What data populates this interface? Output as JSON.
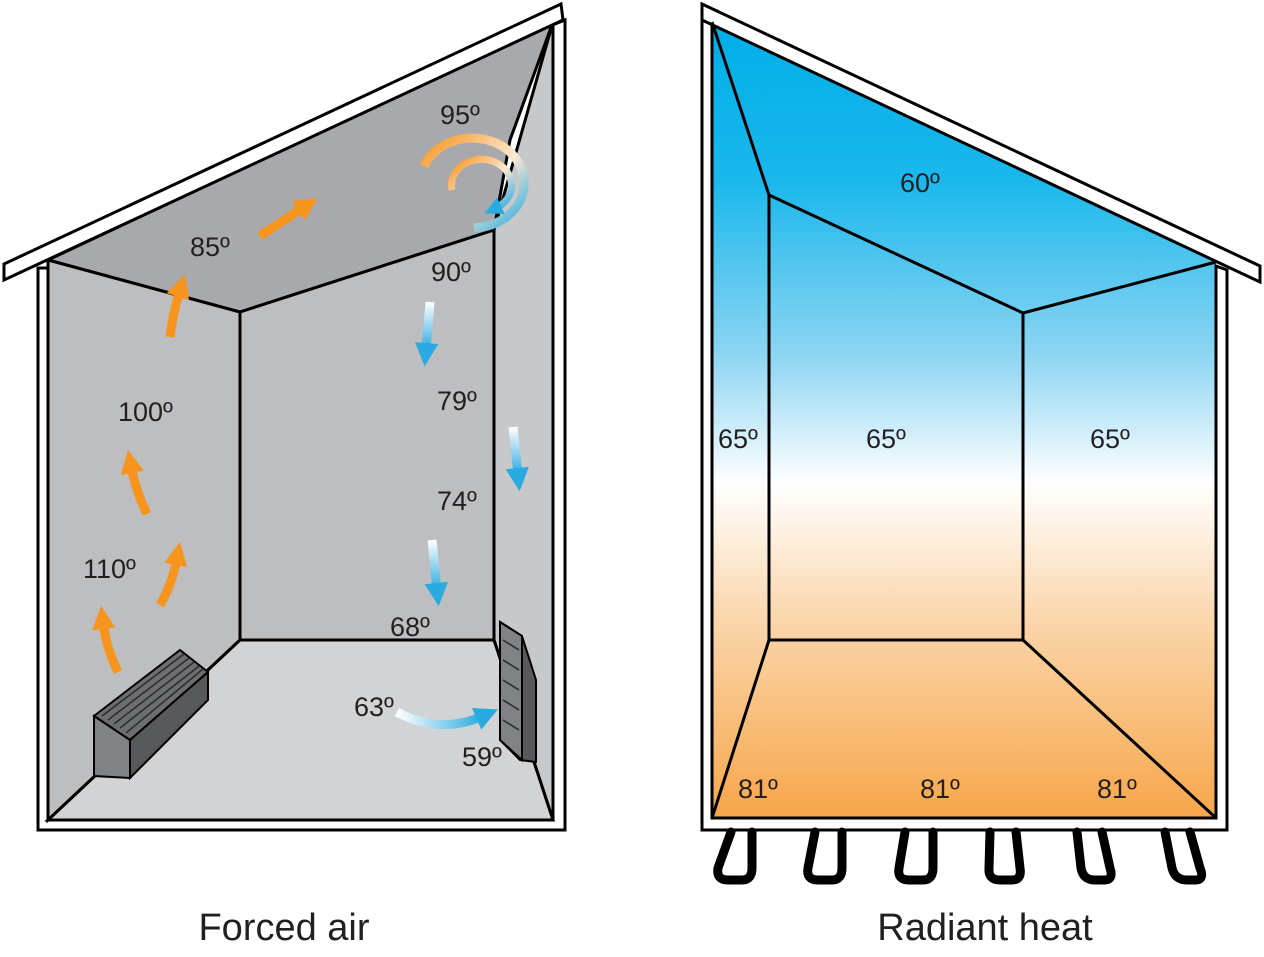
{
  "forced_air": {
    "caption": "Forced air",
    "temps": {
      "t110": "110º",
      "t100": "100º",
      "t85": "85º",
      "t95": "95º",
      "t90": "90º",
      "t79": "79º",
      "t74": "74º",
      "t68": "68º",
      "t63": "63º",
      "t59": "59º"
    }
  },
  "radiant_heat": {
    "caption": "Radiant heat",
    "temps": {
      "ceiling": "60º",
      "wall_left": "65º",
      "wall_back": "65º",
      "wall_right": "65º",
      "floor_left": "81º",
      "floor_center": "81º",
      "floor_right": "81º"
    }
  },
  "colors": {
    "warm": "#f7941d",
    "cool": "#29aae1",
    "wall_gray": "#bcbec0",
    "ceiling_gray": "#a7a9ac",
    "floor_gray": "#d1d3d4",
    "line": "#000000"
  }
}
